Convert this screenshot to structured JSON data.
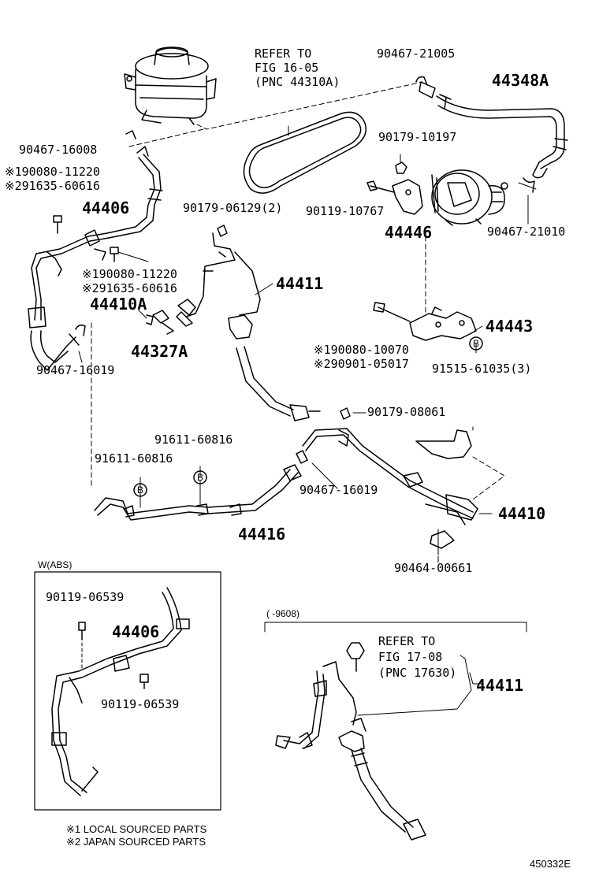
{
  "refer_1": [
    "REFER TO",
    "FIG 16-05",
    "(PNC 44310A)"
  ],
  "refer_2": [
    "REFER TO",
    "FIG 17-08",
    "(PNC 17630)"
  ],
  "part_numbers": {
    "p_90467_21005": "90467-21005",
    "p_44348A": "44348A",
    "p_90467_16008": "90467-16008",
    "p_190080_11220_a": "※190080-11220",
    "p_291635_60616_a": "※291635-60616",
    "p_44406": "44406",
    "p_90179_10197": "90179-10197",
    "p_90179_06129": "90179-06129(2)",
    "p_90119_10767": "90119-10767",
    "p_44446": "44446",
    "p_90467_21010": "90467-21010",
    "p_44411": "44411",
    "p_190080_11220_b": "※190080-11220",
    "p_291635_60616_b": "※291635-60616",
    "p_44410A": "44410A",
    "p_44327A": "44327A",
    "p_90467_16019_a": "90467-16019",
    "p_44443": "44443",
    "p_190080_10070": "※190080-10070",
    "p_290901_05017": "※290901-05017",
    "p_91515_61035": "91515-61035(3)",
    "p_90179_08061": "90179-08061",
    "p_91611_60816_a": "91611-60816",
    "p_91611_60816_b": "91611-60816",
    "p_90467_16019_b": "90467-16019",
    "p_44410": "44410",
    "p_44416": "44416",
    "p_90464_00661": "90464-00661",
    "p_90119_06539_a": "90119-06539",
    "p_44406_abs": "44406",
    "p_90119_06539_b": "90119-06539",
    "p_44411_b": "44411"
  },
  "inset_abs_label": "W(ABS)",
  "date_range_label": "(      -9608)",
  "notes": [
    "※1 LOCAL SOURCED PARTS",
    "※2 JAPAN SOURCED PARTS"
  ],
  "figure_id": "450332E",
  "bolt_mark": "B"
}
